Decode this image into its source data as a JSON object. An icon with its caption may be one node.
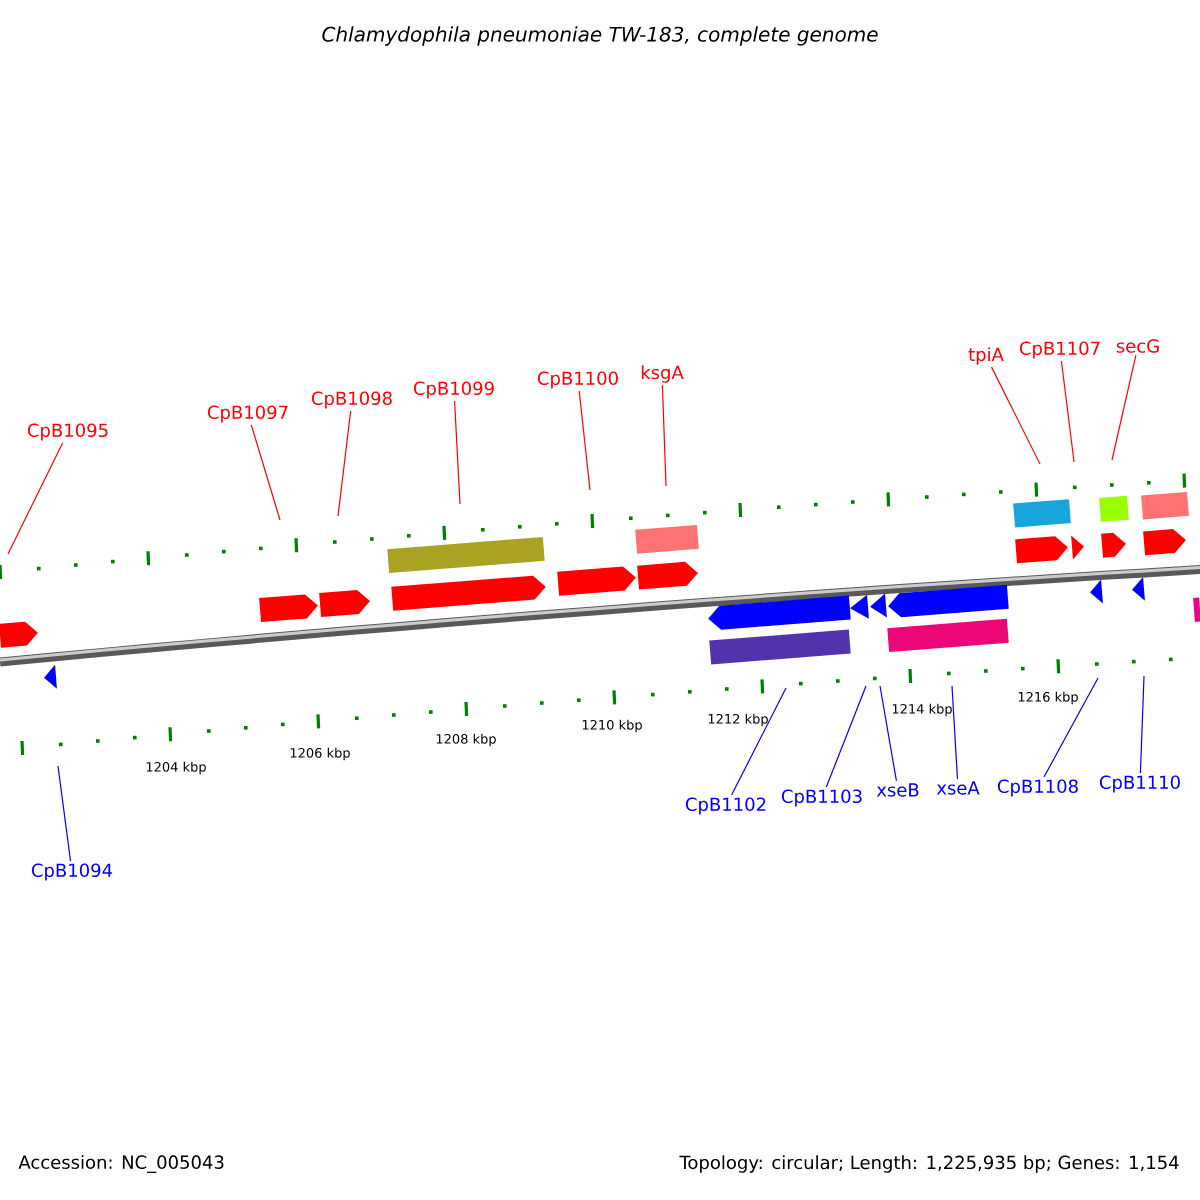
{
  "diagram": {
    "title": "Chlamydophila pneumoniae TW-183, complete genome",
    "nodes": [
      {
        "text": [
          "CpB1095"
        ]
      },
      {
        "text": [
          "CpB1097"
        ]
      },
      {
        "text": [
          "CpB1098"
        ]
      },
      {
        "text": [
          "CpB1099"
        ]
      },
      {
        "text": [
          "CpB1100"
        ]
      },
      {
        "text": [
          "ksgA"
        ]
      },
      {
        "text": [
          "tpiA"
        ]
      },
      {
        "text": [
          "CpB1107"
        ]
      },
      {
        "text": [
          "secG"
        ]
      },
      {
        "text": [
          "CpB1094"
        ]
      },
      {
        "text": [
          "CpB1102"
        ]
      },
      {
        "text": [
          "CpB1103"
        ]
      },
      {
        "text": [
          "xseB"
        ]
      },
      {
        "text": [
          "xseA"
        ]
      },
      {
        "text": [
          "CpB1108"
        ]
      },
      {
        "text": [
          "CpB1110"
        ]
      }
    ],
    "edges": [
      {
        "from": 0,
        "to": null,
        "arrow": "none",
        "color": "#ff0000"
      },
      {
        "from": 1,
        "to": null,
        "arrow": "none",
        "color": "#ff0000"
      },
      {
        "from": 2,
        "to": null,
        "arrow": "none",
        "color": "#ff0000"
      },
      {
        "from": 3,
        "to": null,
        "arrow": "none",
        "color": "#ff0000"
      },
      {
        "from": 4,
        "to": null,
        "arrow": "none",
        "color": "#ff0000"
      },
      {
        "from": 5,
        "to": null,
        "arrow": "none",
        "color": "#ff0000"
      },
      {
        "from": 6,
        "to": null,
        "arrow": "none",
        "color": "#ff0000"
      },
      {
        "from": 7,
        "to": null,
        "arrow": "none",
        "color": "#ff0000"
      },
      {
        "from": 8,
        "to": null,
        "arrow": "none",
        "color": "#ff0000"
      },
      {
        "from": 9,
        "to": null,
        "arrow": "none",
        "color": "#0000ff"
      },
      {
        "from": 10,
        "to": null,
        "arrow": "none",
        "color": "#0000ff"
      },
      {
        "from": 11,
        "to": null,
        "arrow": "none",
        "color": "#0000ff"
      },
      {
        "from": 12,
        "to": null,
        "arrow": "none",
        "color": "#0000ff"
      },
      {
        "from": 13,
        "to": null,
        "arrow": "none",
        "color": "#0000ff"
      },
      {
        "from": 14,
        "to": null,
        "arrow": "none",
        "color": "#0000ff"
      },
      {
        "from": 15,
        "to": null,
        "arrow": "none",
        "color": "#0000ff"
      }
    ],
    "labels": [
      "1204 kbp",
      "1206 kbp",
      "1208 kbp",
      "1210 kbp",
      "1212 kbp",
      "1214 kbp",
      "1216 kbp",
      "Accession: NC_005043",
      "Topology: circular; Length: 1,225,935 bp; Genes: 1,154"
    ]
  }
}
